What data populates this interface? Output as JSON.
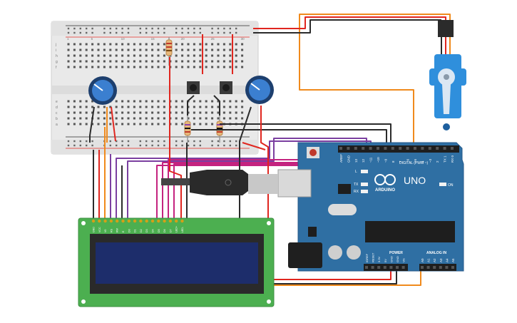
{
  "arduino": {
    "brand": "ARDUINO",
    "model": "UNO",
    "on_label": "ON",
    "l_label": "L",
    "tx_label": "TX",
    "rx_label": "RX",
    "digital_label": "DIGITAL (PWM ~)",
    "power_label": "POWER",
    "analog_label": "ANALOG IN",
    "digital_pins": [
      "AREF",
      "GND",
      "13",
      "12",
      "~11",
      "~10",
      "~9",
      "8",
      "7",
      "~6",
      "~5",
      "4",
      "~3",
      "2",
      "TX 1",
      "RX 0"
    ],
    "power_pins": [
      "IOREF",
      "RESET",
      "3.3V",
      "5V",
      "GND",
      "GND",
      "Vin"
    ],
    "analog_pins": [
      "A0",
      "A1",
      "A2",
      "A3",
      "A4",
      "A5"
    ]
  },
  "breadboard": {
    "row_letters_top": [
      "j",
      "i",
      "h",
      "g",
      "f"
    ],
    "row_letters_bottom": [
      "e",
      "d",
      "c",
      "b",
      "a"
    ],
    "columns": [
      "1",
      "5",
      "10",
      "15",
      "20",
      "25",
      "30"
    ]
  },
  "lcd": {
    "pins": [
      "GND",
      "VCC",
      "V0",
      "RS",
      "RW",
      "E",
      "D0",
      "D1",
      "D2",
      "D3",
      "D4",
      "D5",
      "D6",
      "D7",
      "LED+",
      "LED-"
    ]
  },
  "colors": {
    "arduino_board": "#2f6fa3",
    "lcd_pcb": "#4caf50",
    "lcd_screen": "#1d2d6b",
    "wire_orange": "#f08a1c",
    "wire_red": "#e0261f",
    "wire_black": "#2b2b2b",
    "wire_purple": "#7b3fa0",
    "wire_magenta": "#c4237f",
    "pot_blue": "#3b7fd0",
    "servo_blue": "#2f8fdc"
  }
}
